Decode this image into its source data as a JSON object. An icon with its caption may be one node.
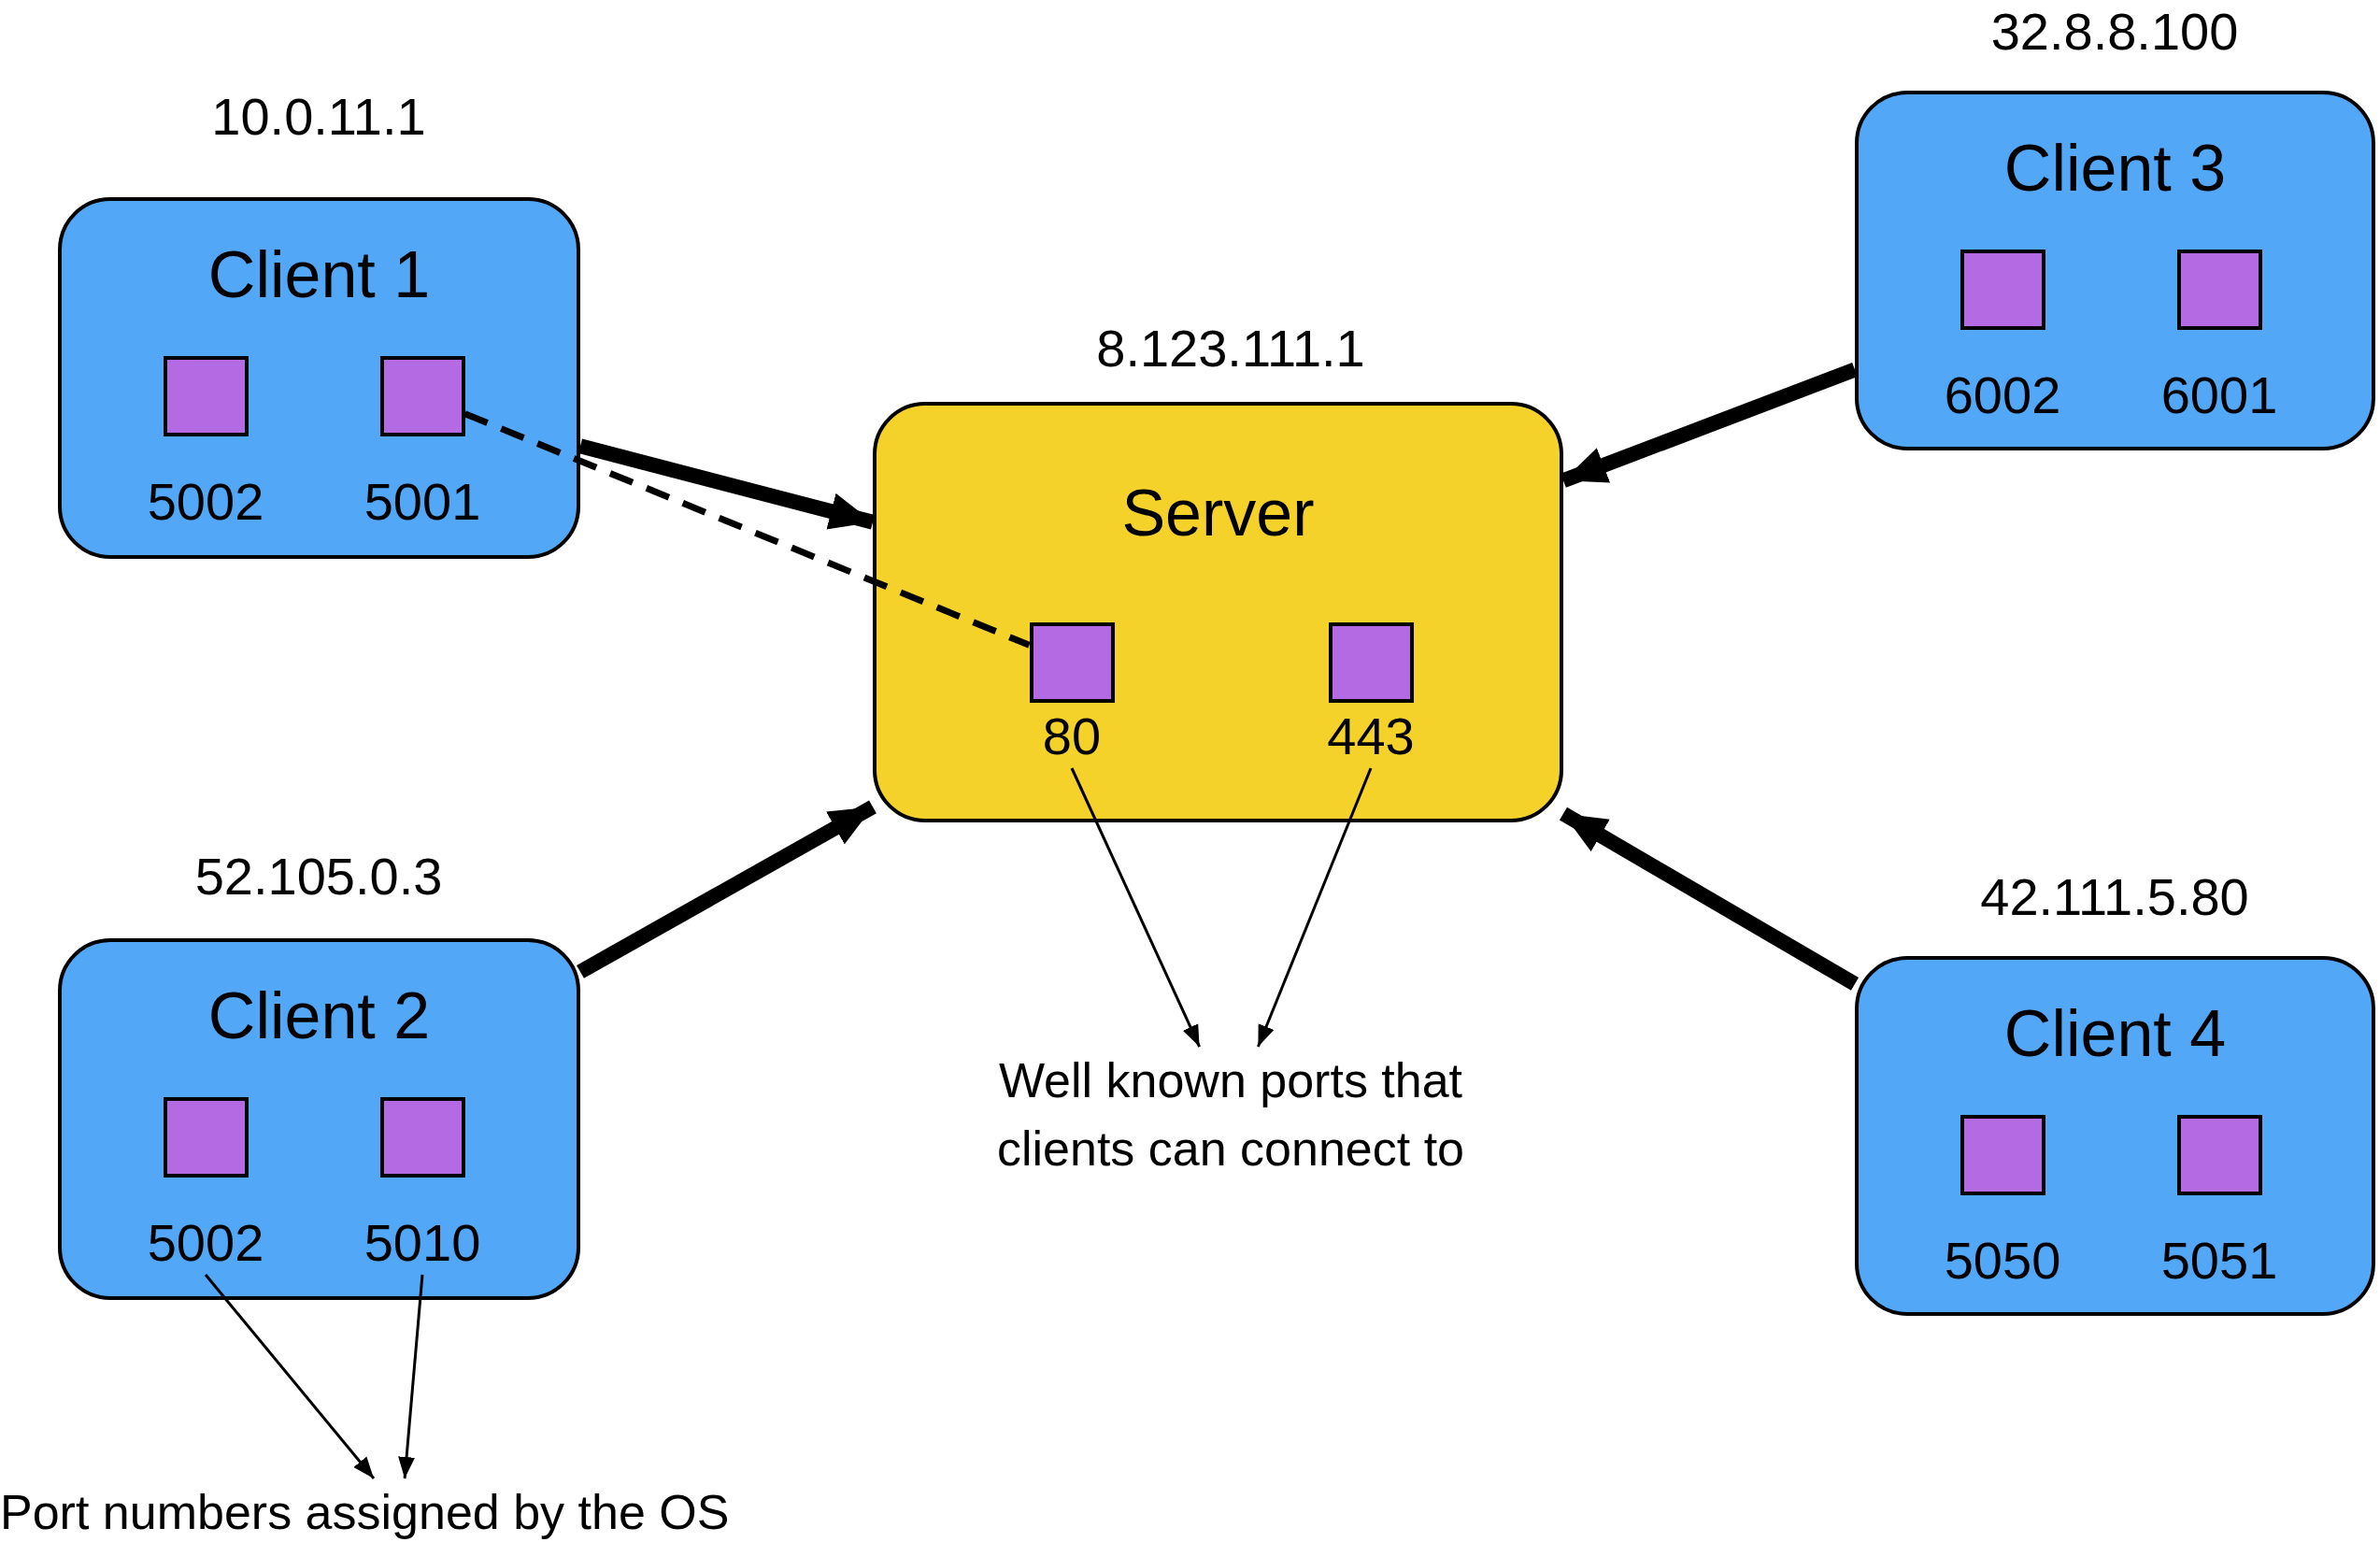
{
  "diagram": {
    "nodes": [
      {
        "text": [
          "Client 1"
        ],
        "beside": [
          "10.0.11.1"
        ]
      },
      {
        "text": [
          "5002"
        ],
        "in": 0
      },
      {
        "text": [
          "5001"
        ],
        "in": 0
      },
      {
        "text": [
          "Client 3"
        ],
        "beside": [
          "32.8.8.100"
        ]
      },
      {
        "text": [
          "6002"
        ],
        "in": 3
      },
      {
        "text": [
          "6001"
        ],
        "in": 3
      },
      {
        "text": [
          "Server"
        ],
        "beside": [
          "8.123.111.1"
        ]
      },
      {
        "text": [
          "80"
        ],
        "in": 6
      },
      {
        "text": [
          "443"
        ],
        "in": 6
      },
      {
        "text": [
          "Client 2"
        ],
        "beside": [
          "52.105.0.3"
        ]
      },
      {
        "text": [
          "5002"
        ],
        "in": 9
      },
      {
        "text": [
          "5010"
        ],
        "in": 9
      },
      {
        "text": [
          "Client 4"
        ],
        "beside": [
          "42.111.5.80"
        ]
      },
      {
        "text": [
          "5050"
        ],
        "in": 12
      },
      {
        "text": [
          "5051"
        ],
        "in": 12
      },
      {
        "text": [
          "Well known ports that clients can connect to"
        ]
      },
      {
        "text": [
          "Port numbers assigned by the OS"
        ]
      }
    ],
    "edges": [
      {
        "from": 0,
        "to": 6,
        "arrow": "to",
        "style": "thick"
      },
      {
        "from": 2,
        "to": 7,
        "arrow": "none",
        "style": "dashed"
      },
      {
        "from": 3,
        "to": 6,
        "arrow": "to",
        "style": "thick"
      },
      {
        "from": 9,
        "to": 6,
        "arrow": "to",
        "style": "thick"
      },
      {
        "from": 12,
        "to": 6,
        "arrow": "to",
        "style": "thick"
      },
      {
        "from": 7,
        "to": 15,
        "arrow": "to"
      },
      {
        "from": 8,
        "to": 15,
        "arrow": "to"
      },
      {
        "from": 10,
        "to": 16,
        "arrow": "to"
      },
      {
        "from": 11,
        "to": 16,
        "arrow": "to"
      }
    ]
  }
}
